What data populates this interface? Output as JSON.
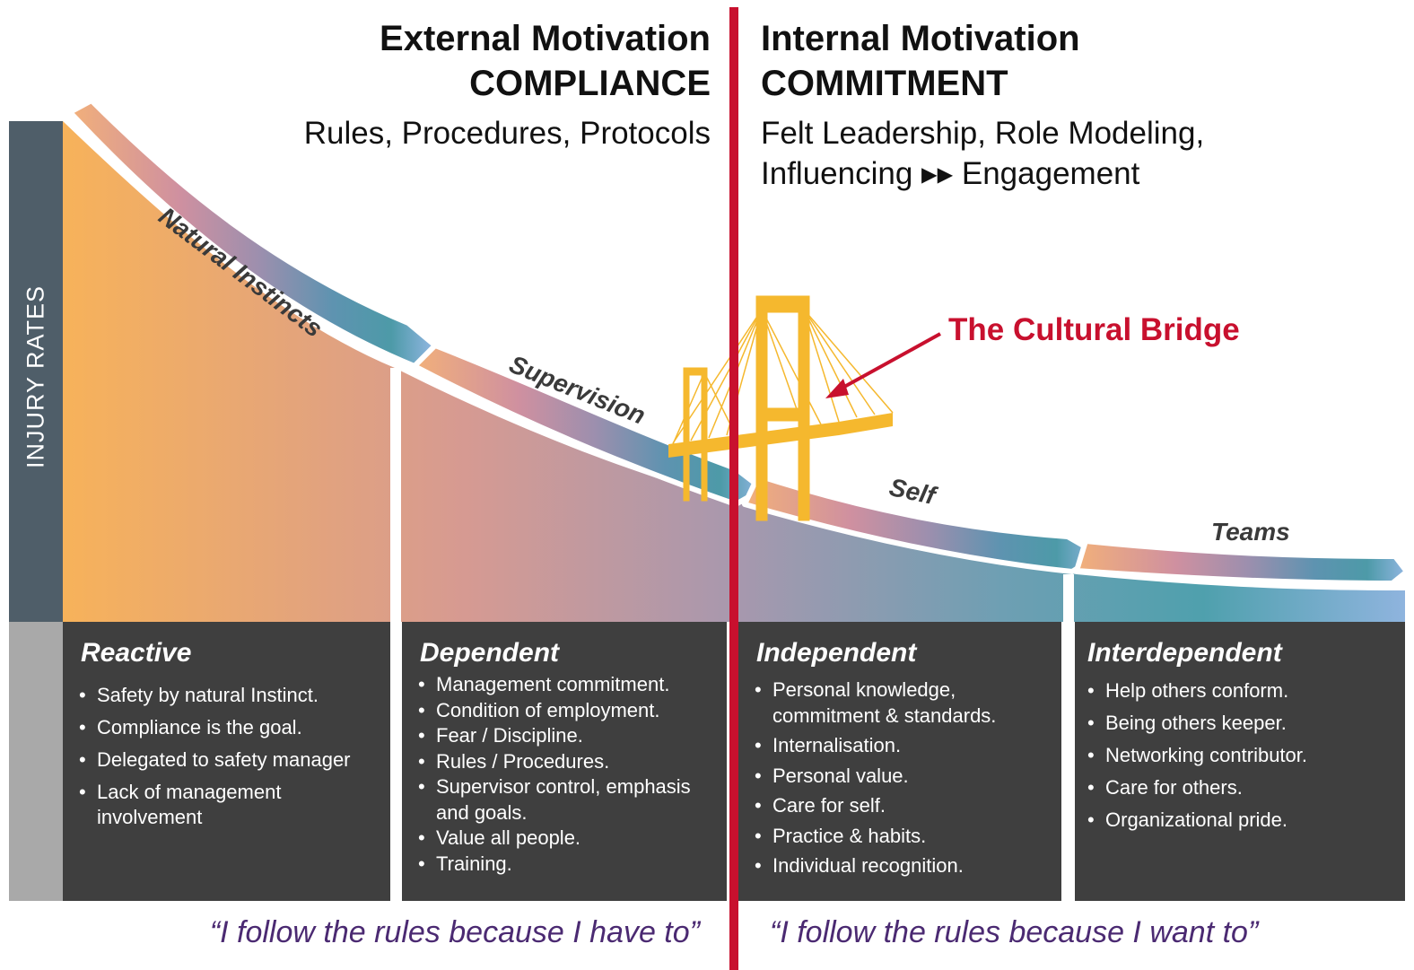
{
  "axis_label": "INJURY RATES",
  "left_header": {
    "line1": "External Motivation",
    "line2": "COMPLIANCE",
    "subtitle": "Rules, Procedures, Protocols"
  },
  "right_header": {
    "line1": "Internal Motivation",
    "line2": "COMMITMENT",
    "subtitle_line1": "Felt Leadership, Role Modeling,",
    "subtitle_line2": "Influencing ▸▸ Engagement"
  },
  "curve_labels": {
    "natural_instincts": "Natural Instincts",
    "supervision": "Supervision",
    "self": "Self",
    "teams": "Teams"
  },
  "bridge_label": "The Cultural Bridge",
  "stages": [
    {
      "title": "Reactive",
      "items": [
        "Safety by natural Instinct.",
        "Compliance is the goal.",
        "Delegated to safety manager",
        "Lack of management involvement"
      ]
    },
    {
      "title": "Dependent",
      "items": [
        "Management commitment.",
        "Condition of employment.",
        "Fear / Discipline.",
        "Rules / Procedures.",
        "Supervisor control, emphasis and goals.",
        "Value all people.",
        "Training."
      ]
    },
    {
      "title": "Independent",
      "items": [
        "Personal knowledge, commitment & standards.",
        "Internalisation.",
        "Personal value.",
        "Care for self.",
        "Practice & habits.",
        "Individual recognition."
      ]
    },
    {
      "title": "Interdependent",
      "items": [
        "Help others conform.",
        "Being others keeper.",
        "Networking contributor.",
        "Care for others.",
        "Organizational pride."
      ]
    }
  ],
  "quotes": {
    "left": "“I follow the rules because I have to”",
    "right": "“I follow the rules because I want to”"
  },
  "colors": {
    "divider": "#c8102e",
    "bridge": "#f5b82e",
    "panel": "#3f3f3f",
    "axis_bar": "#4f5e69",
    "gradient_start": "#f7b25a",
    "gradient_mid": "#c99aa8",
    "gradient_end": "#5aa3b5"
  }
}
